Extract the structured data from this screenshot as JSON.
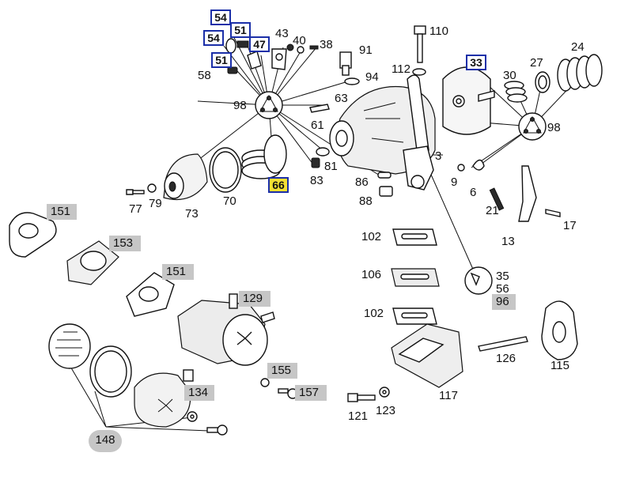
{
  "labels": {
    "l58": "58",
    "l98a": "98",
    "l43": "43",
    "l40": "40",
    "l38": "38",
    "l91": "91",
    "l110": "110",
    "l112": "112",
    "l94": "94",
    "l63": "63",
    "l61": "61",
    "l30": "30",
    "l27": "27",
    "l24": "24",
    "l98b": "98",
    "l81": "81",
    "l83": "83",
    "l86": "86",
    "l88": "88",
    "l3": "3",
    "l9": "9",
    "l6": "6",
    "l21": "21",
    "l17": "17",
    "l13": "13",
    "l77": "77",
    "l79": "79",
    "l73": "73",
    "l70": "70",
    "l102a": "102",
    "l106": "106",
    "l102b": "102",
    "l35": "35",
    "l56": "56",
    "l126": "126",
    "l115": "115",
    "l117": "117",
    "l121": "121",
    "l123": "123"
  },
  "blue_boxes": {
    "b54a": "54",
    "b51a": "51",
    "b54b": "54",
    "b47": "47",
    "b51b": "51",
    "b33": "33"
  },
  "yellow_boxes": {
    "b66": "66"
  },
  "gray_boxes": {
    "g151a": "151",
    "g153": "153",
    "g151b": "151",
    "g129": "129",
    "g96": "96",
    "g155": "155",
    "g157": "157",
    "g134": "134"
  },
  "gray_ovals": {
    "g148": "148"
  },
  "colors": {
    "blue_frame": "#1b2fa8",
    "yellow_fill": "#f4e033",
    "gray_fill": "#c6c6c6"
  }
}
